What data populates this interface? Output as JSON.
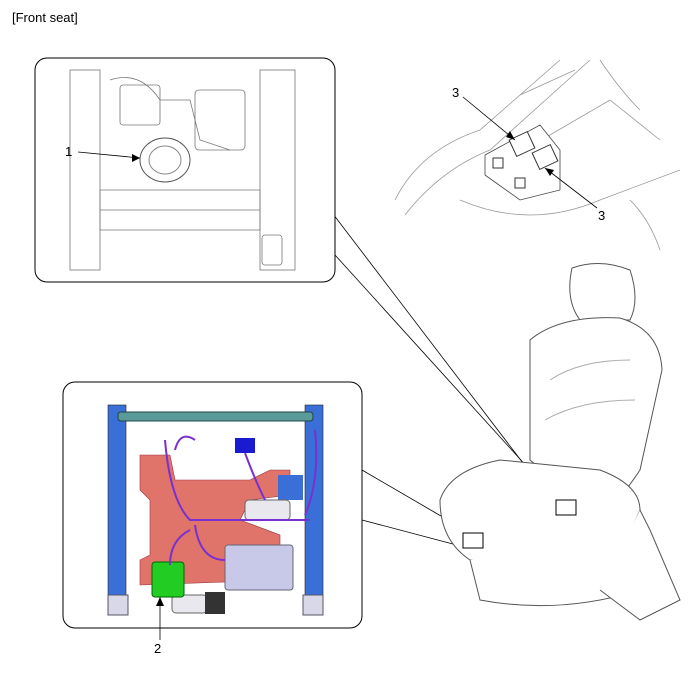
{
  "title": "[Front seat]",
  "callouts": {
    "c1": "1",
    "c2": "2",
    "c3a": "3",
    "c3b": "3"
  },
  "colors": {
    "frame_blue": "#3a6fd8",
    "bracket_red": "#e0746a",
    "wire_purple": "#7a2fd0",
    "module_green": "#22cc22",
    "ecu_lavender": "#c8c8e8",
    "bar_teal": "#5a9a9a"
  }
}
